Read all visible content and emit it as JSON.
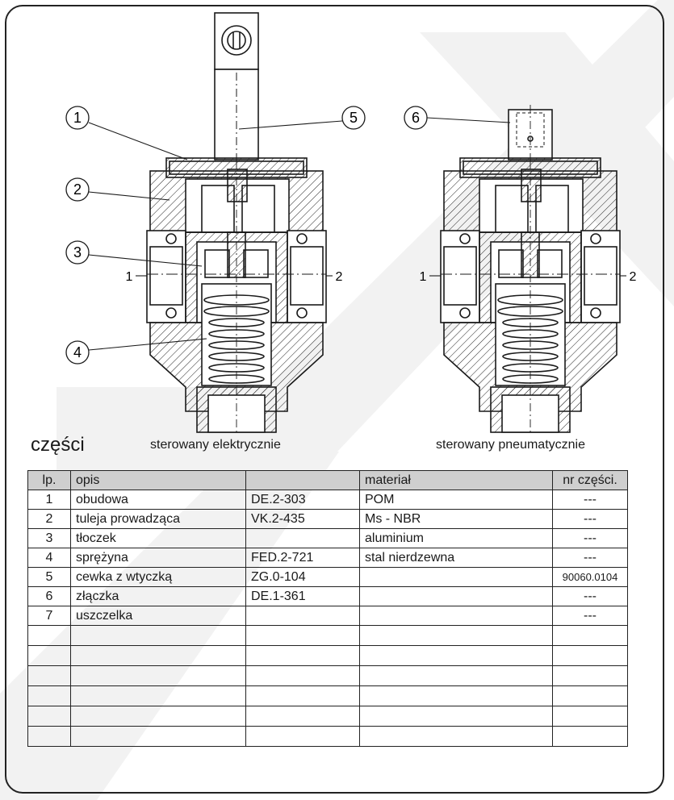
{
  "section_title": "części",
  "captions": {
    "left": "sterowany elektrycznie",
    "right": "sterowany pneumatycznie"
  },
  "callouts": {
    "left": [
      "1",
      "2",
      "3",
      "4",
      "5"
    ],
    "right": [
      "6"
    ]
  },
  "ports": {
    "left_in": "1",
    "left_out": "2",
    "right_in": "1",
    "right_out": "2"
  },
  "table": {
    "headers": {
      "lp": "lp.",
      "opis": "opis",
      "material": "materiał",
      "nr": "nr części."
    },
    "rows": [
      {
        "lp": "1",
        "opis": "obudowa",
        "code": "DE.2-303",
        "material": "POM",
        "nr": "---"
      },
      {
        "lp": "2",
        "opis": "tuleja prowadząca",
        "code": "VK.2-435",
        "material": "Ms - NBR",
        "nr": "---"
      },
      {
        "lp": "3",
        "opis": "tłoczek",
        "code": "",
        "material": "aluminium",
        "nr": "---"
      },
      {
        "lp": "4",
        "opis": "sprężyna",
        "code": "FED.2-721",
        "material": "stal nierdzewna",
        "nr": "---"
      },
      {
        "lp": "5",
        "opis": "cewka  z wtyczką",
        "code": "ZG.0-104",
        "material": "",
        "nr": "90060.0104"
      },
      {
        "lp": "6",
        "opis": "złączka",
        "code": "DE.1-361",
        "material": "",
        "nr": "---"
      },
      {
        "lp": "7",
        "opis": "uszczelka",
        "code": "",
        "material": "",
        "nr": "---"
      }
    ],
    "blank_rows": 6
  },
  "colors": {
    "line": "#1a1a1a",
    "header_bg": "#cfcfcf",
    "watermark": "#f1f1f1"
  }
}
